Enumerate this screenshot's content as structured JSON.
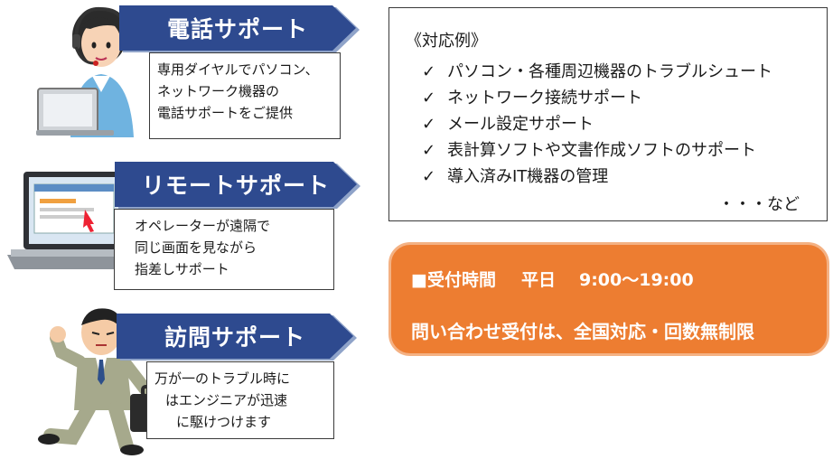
{
  "services": [
    {
      "title": "電話サポート",
      "icon": "operator-headset-icon",
      "desc": [
        "専用ダイヤルでパソコン、",
        "ネットワーク機器の",
        "電話サポートをご提供"
      ]
    },
    {
      "title": "リモートサポート",
      "icon": "laptop-remote-screen-icon",
      "desc": [
        "オペレーターが遠隔で",
        "同じ画面を見ながら",
        "指差しサポート"
      ]
    },
    {
      "title": "訪問サポート",
      "icon": "running-businessman-icon",
      "desc": [
        "万が一のトラブル時に",
        "はエンジニアが迅速",
        "に駆けつけます"
      ]
    }
  ],
  "examples": {
    "title": "《対応例》",
    "check_glyph": "✓",
    "items": [
      "パソコン・各種周辺機器のトラブルシュート",
      "ネットワーク接続サポート",
      "メール設定サポート",
      "表計算ソフトや文書作成ソフトのサポート",
      "導入済みIT機器の管理"
    ],
    "etc": "・・・など"
  },
  "hours": {
    "label": "■受付時間",
    "days": "平日",
    "time": "9:00～19:00",
    "note": "問い合わせ受付は、全国対応・回数無制限"
  },
  "colors": {
    "banner": "#2e4a8f",
    "hours_bg": "#ed7d31",
    "hours_border": "#f4b183"
  }
}
